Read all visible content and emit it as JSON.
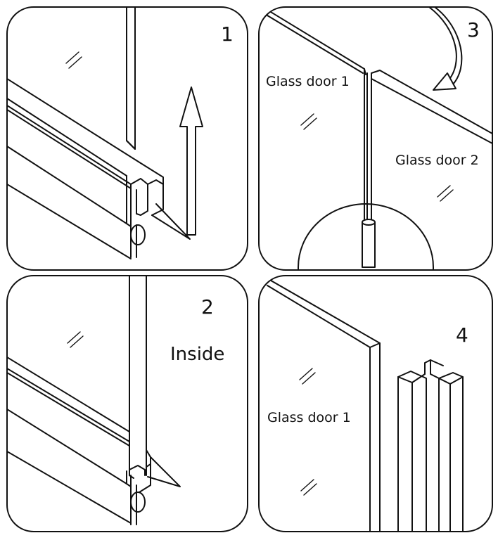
{
  "panels": {
    "p1": {
      "number": "1"
    },
    "p2": {
      "number": "2",
      "label_inside": "Inside"
    },
    "p3": {
      "number": "3",
      "label_door1": "Glass door 1",
      "label_door2": "Glass door 2"
    },
    "p4": {
      "number": "4",
      "label_door1": "Glass door 1"
    }
  }
}
